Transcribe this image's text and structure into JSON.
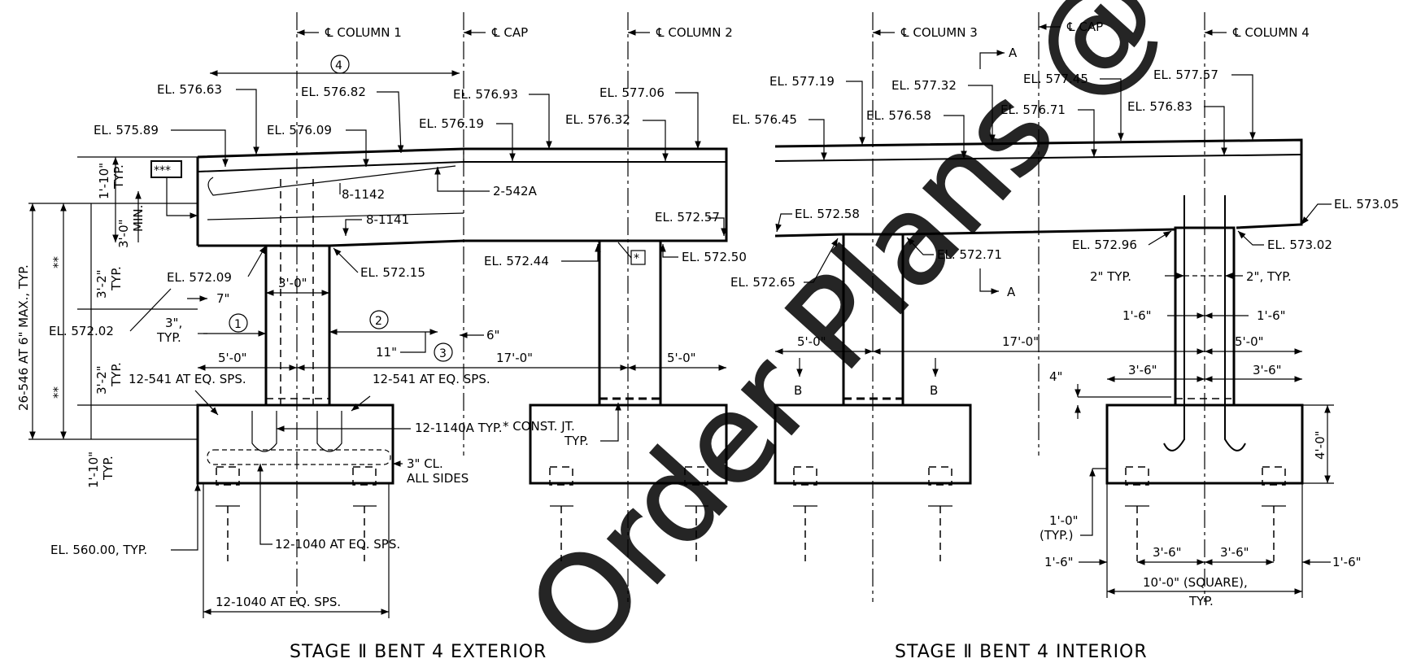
{
  "drawing": {
    "left": {
      "title": "STAGE Ⅱ BENT 4 EXTERIOR",
      "centerlines": [
        "℄ COLUMN 1",
        "℄ CAP",
        "℄ COLUMN 2"
      ],
      "elevations": [
        "EL. 576.63",
        "EL. 576.82",
        "EL. 576.93",
        "EL. 577.06",
        "EL. 575.89",
        "EL. 576.09",
        "EL. 576.19",
        "EL. 576.32",
        "EL. 572.57",
        "EL. 572.44",
        "EL. 572.50",
        "EL. 572.09",
        "EL. 572.15",
        "EL. 572.02",
        "EL. 560.00, TYP."
      ],
      "rebar": [
        "8-1142",
        "8-1141",
        "2-542A",
        "12-541 AT EQ. SPS.",
        "12-541 AT EQ. SPS.",
        "12-1140A TYP.",
        "12-1040 AT EQ. SPS.",
        "12-1040 AT EQ. SPS."
      ],
      "dims": [
        "1'-10\"",
        "TYP.",
        "3'-0\"",
        "MIN.",
        "3'-2\"",
        "TYP.",
        "3'-2\"",
        "TYP.",
        "1'-10\"",
        "TYP.",
        "26-546 AT 6\" MAX., TYP.",
        "3'-0\"",
        "7\"",
        "3\",",
        "TYP.",
        "5'-0\"",
        "11\"",
        "6\"",
        "17'-0\"",
        "5'-0\"",
        "3\" CL.",
        "ALL SIDES"
      ],
      "notes": [
        "* CONST. JT.",
        "TYP."
      ],
      "marks": [
        "4",
        "1",
        "2",
        "3",
        "***",
        "**",
        "**",
        "*"
      ]
    },
    "right": {
      "title": "STAGE Ⅱ BENT 4 INTERIOR",
      "centerlines": [
        "℄ COLUMN 3",
        "℄ CAP",
        "℄ COLUMN 4"
      ],
      "elevations": [
        "EL. 577.19",
        "EL. 577.32",
        "EL. 577.45",
        "EL. 577.57",
        "EL. 576.45",
        "EL. 576.58",
        "EL. 576.71",
        "EL. 576.83",
        "EL. 573.05",
        "EL. 572.58",
        "EL. 572.65",
        "EL. 572.71",
        "EL. 572.96",
        "EL. 573.02"
      ],
      "dims": [
        "5'-0\"",
        "17'-0\"",
        "5'-0\"",
        "2\" TYP.",
        "2\", TYP.",
        "1'-6\"",
        "1'-6\"",
        "3'-6\"",
        "3'-6\"",
        "4\"",
        "4'-0\"",
        "1'-0\"",
        "(TYP.)",
        "1'-6\"",
        "3'-6\"",
        "3'-6\"",
        "1'-6\"",
        "10'-0\" (SQUARE),",
        "TYP."
      ],
      "section_marks": [
        "A",
        "A",
        "B",
        "B"
      ]
    },
    "watermark": "Order Plans @ www"
  }
}
